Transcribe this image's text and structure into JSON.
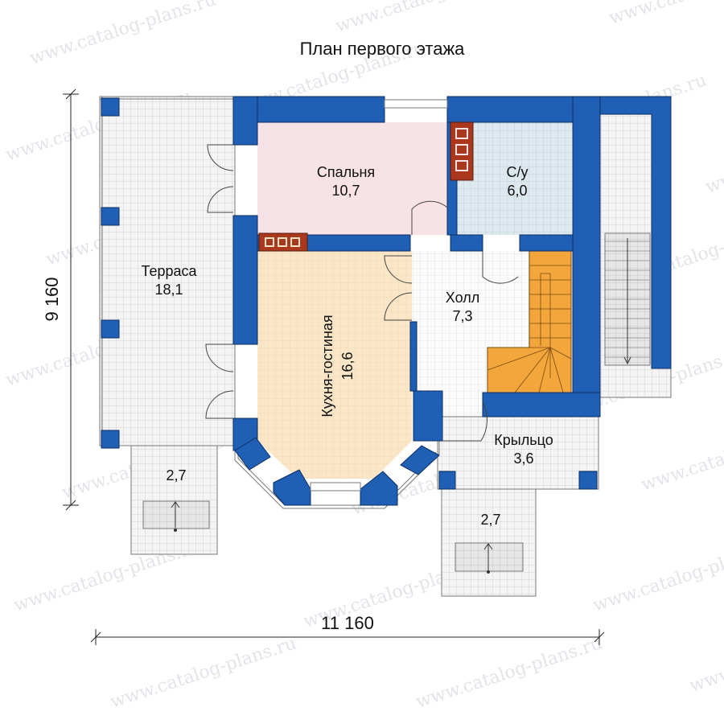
{
  "title": "План первого этажа",
  "dimensions": {
    "width": "11 160",
    "height": "9 160"
  },
  "rooms": [
    {
      "name": "Терраса",
      "area": "18,1"
    },
    {
      "name": "Спальня",
      "area": "10,7"
    },
    {
      "name": "С/у",
      "area": "6,0"
    },
    {
      "name": "Холл",
      "area": "7,3"
    },
    {
      "name": "Кухня-гостиная",
      "area": "16,6"
    },
    {
      "name": "Крыльцо",
      "area": "3,6"
    }
  ],
  "steps": [
    {
      "area": "2,7"
    },
    {
      "area": "2,7"
    }
  ],
  "watermark": "www.catalog-plans.ru",
  "colors": {
    "wall": "#1f5fb4",
    "bedroom": "#f7e3e5",
    "bathroom": "#dde9ee",
    "kitchen": "#fbe7c8",
    "stairs": "#f2a63c",
    "tiles": "#f1f1f1",
    "stove": "#a9381e"
  }
}
